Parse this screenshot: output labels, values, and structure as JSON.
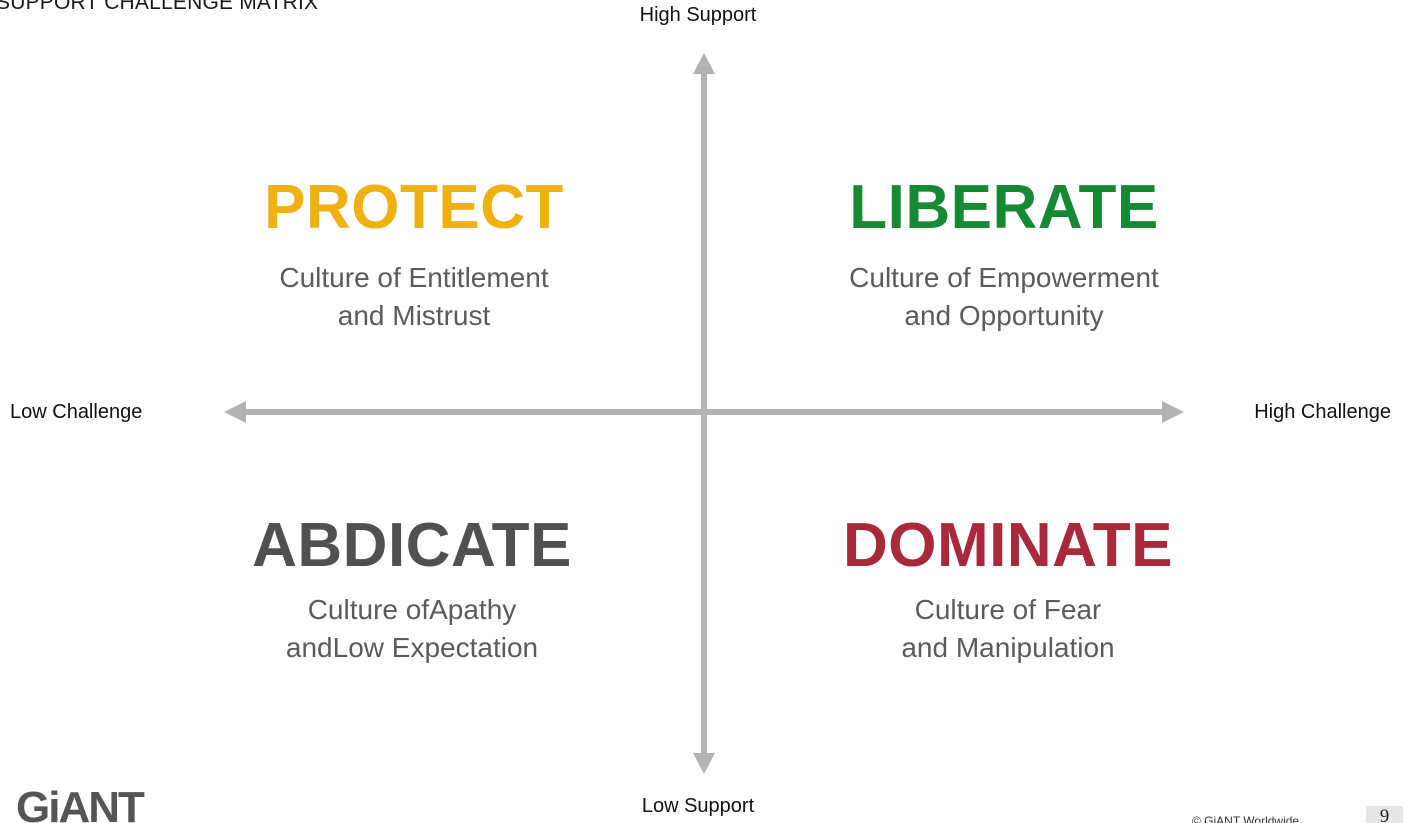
{
  "title": "SUPPORT CHALLENGE MATRIX",
  "axes": {
    "top": "High Support",
    "bottom": "Low Support",
    "left": "Low Challenge",
    "right": "High Challenge"
  },
  "quadrants": {
    "protect": {
      "title": "PROTECT",
      "desc_line1": "Culture of Entitlement",
      "desc_line2": "and Mistrust",
      "color": "#f0b110"
    },
    "liberate": {
      "title": "LIBERATE",
      "desc_line1": "Culture of Empowerment",
      "desc_line2": "and Opportunity",
      "color": "#158a32"
    },
    "abdicate": {
      "title": "ABDICATE",
      "desc_line1": "Culture ofApathy",
      "desc_line2": "andLow Expectation",
      "color": "#505050"
    },
    "dominate": {
      "title": "DOMINATE",
      "desc_line1": "Culture of Fear",
      "desc_line2": "and Manipulation",
      "color": "#a8293a"
    }
  },
  "axis_color": "#b3b3b3",
  "logo": "GiANT",
  "copyright": "© GiANT Worldwide",
  "page_number": "9"
}
